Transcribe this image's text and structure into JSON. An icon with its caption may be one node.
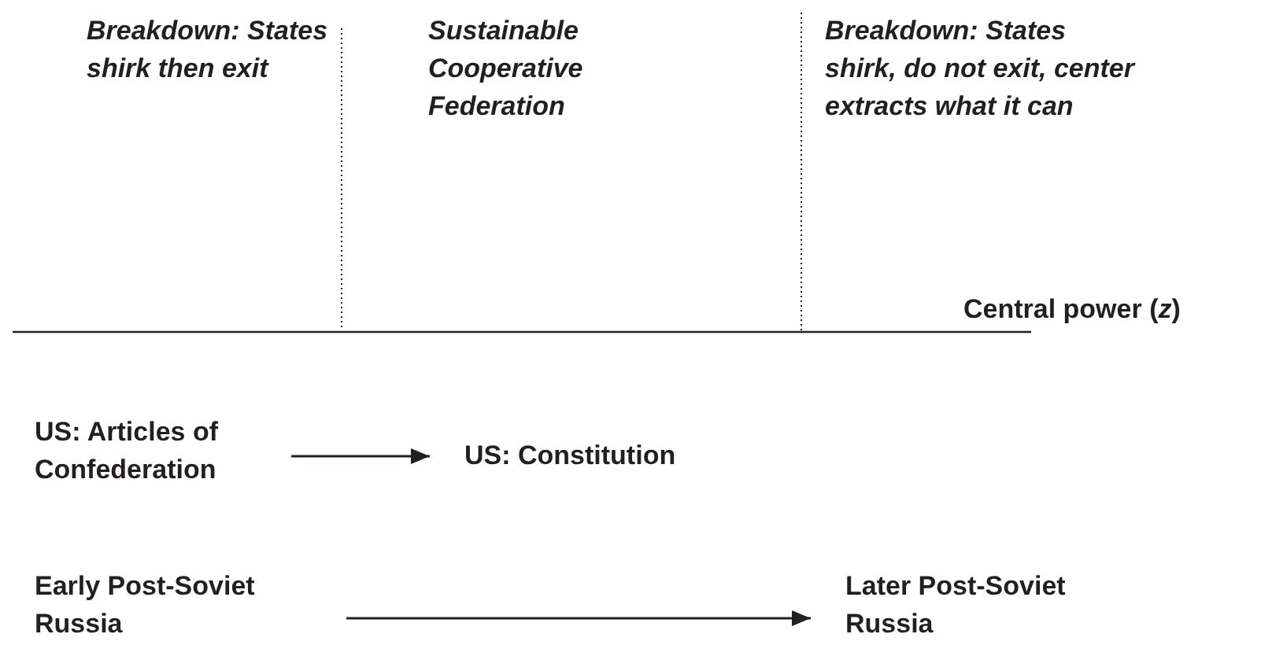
{
  "diagram": {
    "nodes": [
      {
        "text": [
          "US: Articles of Confederation"
        ]
      },
      {
        "text": [
          "US: Constitution"
        ]
      },
      {
        "text": [
          "Early Post-Soviet Russia"
        ]
      },
      {
        "text": [
          "Later Post-Soviet Russia"
        ]
      }
    ],
    "edges": [
      {
        "from": 0,
        "to": 1,
        "arrow": "to"
      },
      {
        "from": 2,
        "to": 3,
        "arrow": "to"
      }
    ],
    "labels": [
      "Breakdown: States shirk then exit",
      "Sustainable Cooperative Federation",
      "Breakdown: States shirk, do not exit, center extracts what it can",
      "Central power (*z*)"
    ]
  }
}
